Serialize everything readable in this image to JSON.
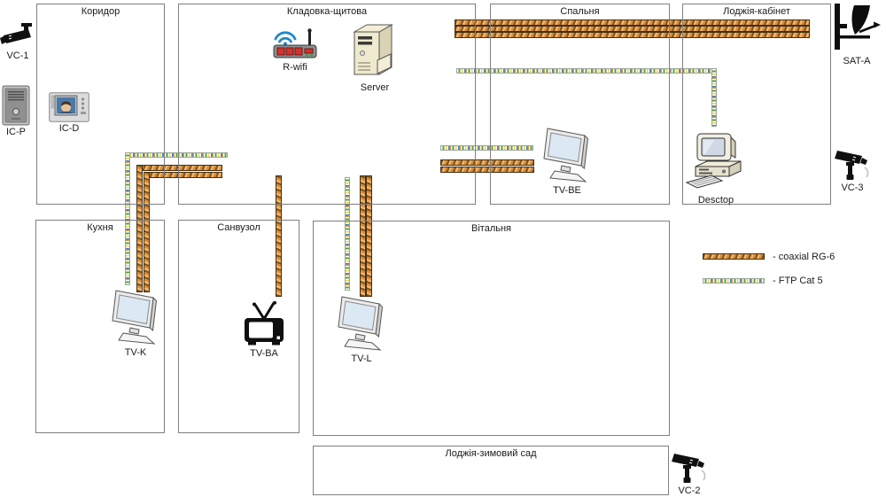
{
  "rooms": [
    {
      "label": "Коридор"
    },
    {
      "label": "Кладовка-щитова"
    },
    {
      "label": "Спальня"
    },
    {
      "label": "Лоджія-кабінет"
    },
    {
      "label": "Кухня"
    },
    {
      "label": "Санвузол"
    },
    {
      "label": "Вітальня"
    },
    {
      "label": "Лоджія-зимовий сад"
    }
  ],
  "devices": [
    {
      "label": "VC-1",
      "type": "video-camera"
    },
    {
      "label": "IC-P",
      "type": "intercom-outdoor-panel"
    },
    {
      "label": "IC-D",
      "type": "intercom-display"
    },
    {
      "label": "R-wifi",
      "type": "wifi-router"
    },
    {
      "label": "Server",
      "type": "server"
    },
    {
      "label": "TV-BE",
      "type": "lcd-tv"
    },
    {
      "label": "Desctop",
      "type": "desktop-computer"
    },
    {
      "label": "SAT-A",
      "type": "satellite-dish"
    },
    {
      "label": "VC-3",
      "type": "video-camera"
    },
    {
      "label": "TV-K",
      "type": "lcd-tv"
    },
    {
      "label": "TV-BA",
      "type": "crt-tv"
    },
    {
      "label": "TV-L",
      "type": "lcd-tv"
    },
    {
      "label": "VC-2",
      "type": "video-camera"
    }
  ],
  "legend": [
    {
      "label": "- coaxial RG-6",
      "cable": "coax"
    },
    {
      "label": "- FTP Cat 5",
      "cable": "ftp"
    }
  ],
  "colors": {
    "coax": "#d98a35",
    "ftp": "#57a33a",
    "wall": "#7f7f7f"
  }
}
